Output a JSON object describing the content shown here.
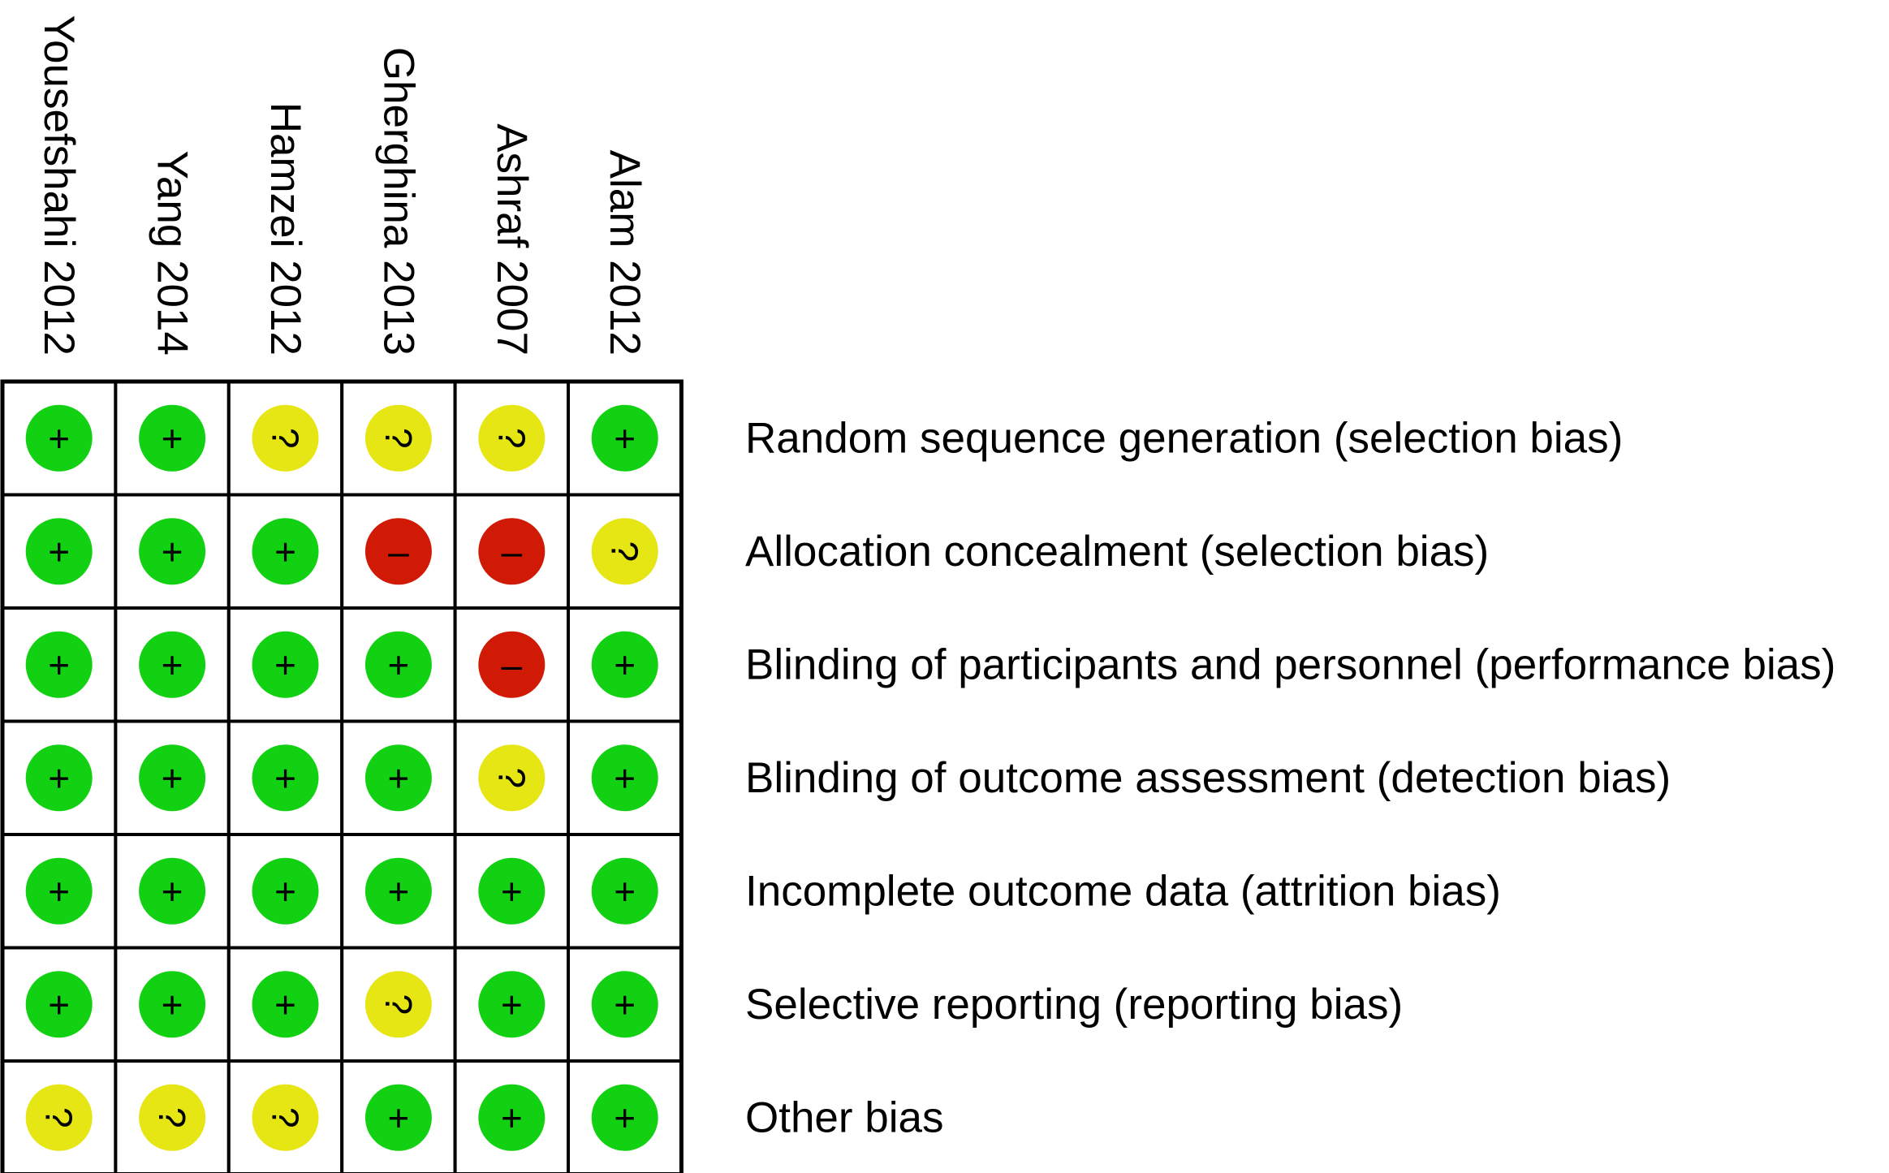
{
  "chart_data": {
    "type": "table",
    "studies": [
      "Yousefshahi 2012",
      "Yang 2014",
      "Hamzei 2012",
      "Gherghina 2013",
      "Ashraf 2007",
      "Alam 2012"
    ],
    "domains": [
      "Random sequence generation (selection bias)",
      "Allocation concealment (selection bias)",
      "Blinding of participants and personnel (performance bias)",
      "Blinding of outcome assessment (detection bias)",
      "Incomplete outcome data (attrition bias)",
      "Selective reporting (reporting bias)",
      "Other bias"
    ],
    "judgements": [
      [
        "+",
        "+",
        "?",
        "?",
        "?",
        "+"
      ],
      [
        "+",
        "+",
        "+",
        "–",
        "–",
        "?"
      ],
      [
        "+",
        "+",
        "+",
        "+",
        "–",
        "+"
      ],
      [
        "+",
        "+",
        "+",
        "+",
        "?",
        "+"
      ],
      [
        "+",
        "+",
        "+",
        "+",
        "+",
        "+"
      ],
      [
        "+",
        "+",
        "+",
        "?",
        "+",
        "+"
      ],
      [
        "?",
        "?",
        "?",
        "+",
        "+",
        "+"
      ]
    ],
    "colors": {
      "+": "#12d112",
      "?": "#e6e614",
      "–": "#d01a06"
    }
  }
}
